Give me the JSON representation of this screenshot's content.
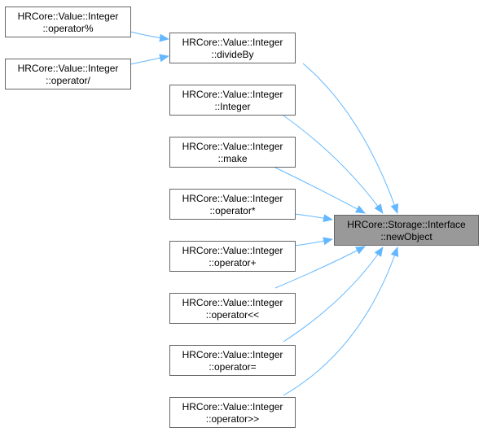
{
  "graph": {
    "colors": {
      "edge": "#63b8ff",
      "node_border": "#666666",
      "node_fill": "#ffffff",
      "target_fill": "#999999",
      "text": "#000000"
    },
    "nodes": [
      {
        "id": "n_mod",
        "line1": "HRCore::Value::Integer",
        "line2": "::operator%"
      },
      {
        "id": "n_div_op",
        "line1": "HRCore::Value::Integer",
        "line2": "::operator/"
      },
      {
        "id": "n_divideBy",
        "line1": "HRCore::Value::Integer",
        "line2": "::divideBy"
      },
      {
        "id": "n_integer",
        "line1": "HRCore::Value::Integer",
        "line2": "::Integer"
      },
      {
        "id": "n_make",
        "line1": "HRCore::Value::Integer",
        "line2": "::make"
      },
      {
        "id": "n_mul",
        "line1": "HRCore::Value::Integer",
        "line2": "::operator*"
      },
      {
        "id": "n_plus",
        "line1": "HRCore::Value::Integer",
        "line2": "::operator+"
      },
      {
        "id": "n_shl",
        "line1": "HRCore::Value::Integer",
        "line2": "::operator<<"
      },
      {
        "id": "n_assign",
        "line1": "HRCore::Value::Integer",
        "line2": "::operator="
      },
      {
        "id": "n_shr",
        "line1": "HRCore::Value::Integer",
        "line2": "::operator>>"
      },
      {
        "id": "n_target",
        "line1": "HRCore::Storage::Interface",
        "line2": "::newObject"
      }
    ],
    "edges": [
      {
        "from": "n_mod",
        "to": "n_divideBy"
      },
      {
        "from": "n_div_op",
        "to": "n_divideBy"
      },
      {
        "from": "n_divideBy",
        "to": "n_target"
      },
      {
        "from": "n_integer",
        "to": "n_target"
      },
      {
        "from": "n_make",
        "to": "n_target"
      },
      {
        "from": "n_mul",
        "to": "n_target"
      },
      {
        "from": "n_plus",
        "to": "n_target"
      },
      {
        "from": "n_shl",
        "to": "n_target"
      },
      {
        "from": "n_assign",
        "to": "n_target"
      },
      {
        "from": "n_shr",
        "to": "n_target"
      }
    ]
  }
}
